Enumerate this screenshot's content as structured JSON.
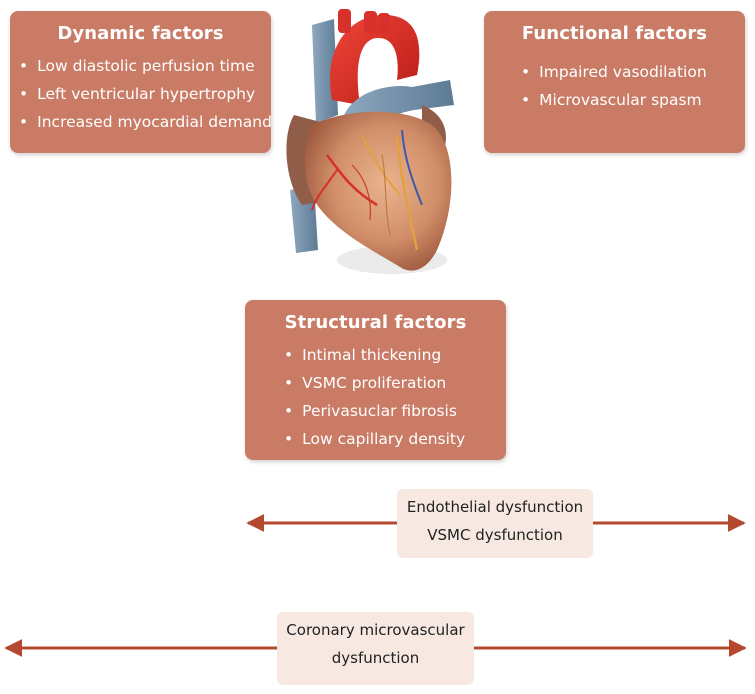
{
  "dynamic": {
    "title": "Dynamic factors",
    "items": [
      "Low diastolic perfusion time",
      "Left ventricular hypertrophy",
      "Increased myocardial demand"
    ]
  },
  "functional": {
    "title": "Functional factors",
    "items": [
      "Impaired vasodilation",
      "Microvascular spasm"
    ]
  },
  "structural": {
    "title": "Structural factors",
    "items": [
      "Intimal thickening",
      "VSMC proliferation",
      "Perivasuclar fibrosis",
      "Low capillary density"
    ]
  },
  "endothelial": {
    "line1": "Endothelial dysfunction",
    "line2": "VSMC dysfunction"
  },
  "coronary": {
    "line1": "Coronary microvascular",
    "line2": "dysfunction"
  },
  "colors": {
    "box": "#c97b65",
    "label_bg": "#f7e8e2",
    "arrow": "#b5492f"
  }
}
